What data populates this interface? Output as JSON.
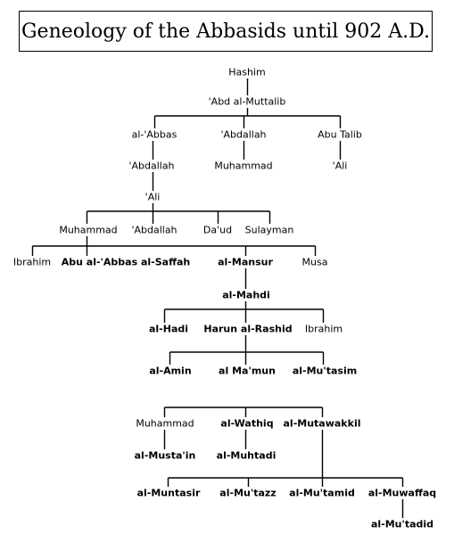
{
  "title": "Geneology of the Abbasids until 902 A.D.",
  "line_color": "#000000",
  "nodes": {
    "hashim": "Hashim",
    "abd_al_muttalib": "'Abd al-Muttalib",
    "al_abbas": "al-'Abbas",
    "abdallah_1": "'Abdallah",
    "abu_talib": "Abu Talib",
    "abdallah_2": "'Abdallah",
    "muhammad_prophet": "Muhammad",
    "ali_1": "'Ali",
    "ali_2": "'Ali",
    "muhammad_1": "Muhammad",
    "abdallah_3": "'Abdallah",
    "daud": "Da'ud",
    "sulayman": "Sulayman",
    "ibrahim_1": "Ibrahim",
    "abu_al_abbas": "Abu al-'Abbas al-Saffah",
    "al_mansur": "al-Mansur",
    "musa": "Musa",
    "al_mahdi": "al-Mahdi",
    "al_hadi": "al-Hadi",
    "harun": "Harun al-Rashid",
    "ibrahim_2": "Ibrahim",
    "al_amin": "al-Amin",
    "al_mamun": "al Ma'mun",
    "al_mutasim": "al-Mu'tasim",
    "muhammad_2": "Muhammad",
    "al_wathiq": "al-Wathiq",
    "al_mutawakkil": "al-Mutawakkil",
    "al_mustain": "al-Musta'in",
    "al_muhtadi": "al-Muhtadi",
    "al_muntasir": "al-Muntasir",
    "al_mutazz": "al-Mu'tazz",
    "al_mutamid": "al-Mu'tamid",
    "al_muwaffaq": "al-Muwaffaq",
    "al_mutadid": "al-Mu'tadid"
  }
}
